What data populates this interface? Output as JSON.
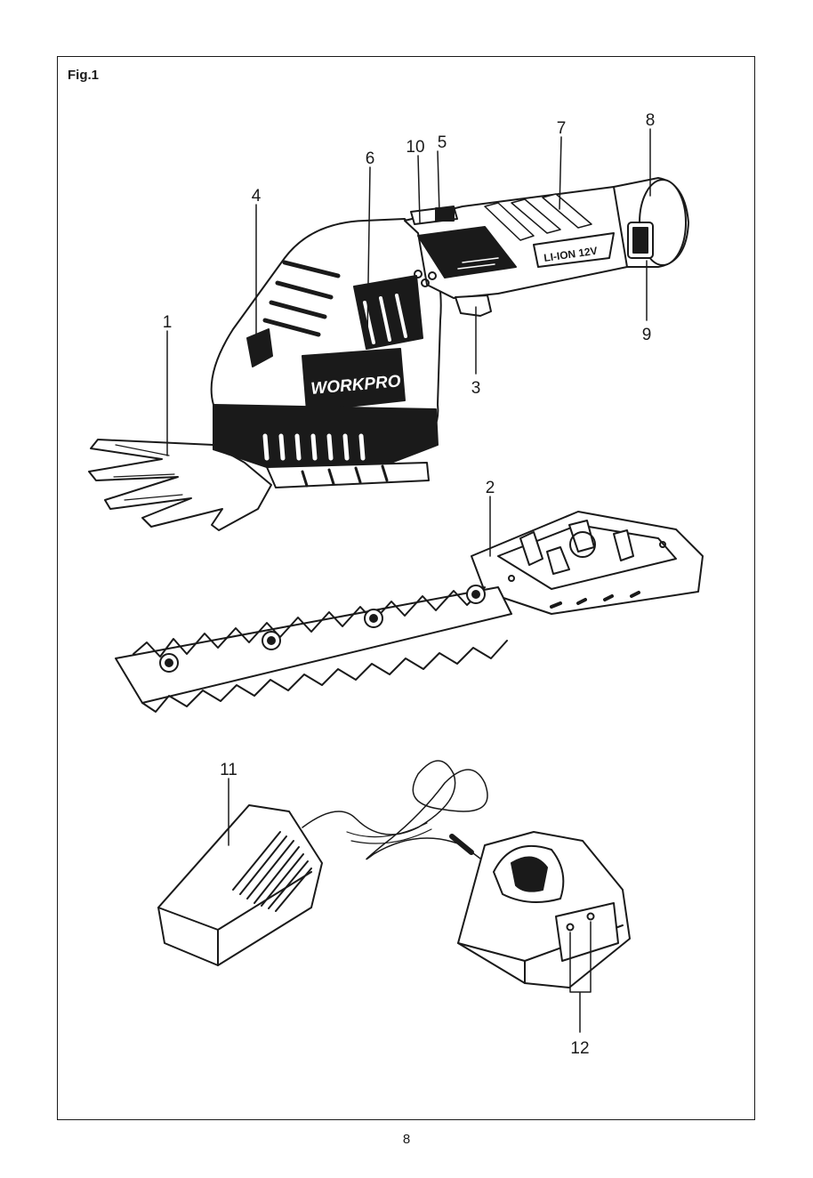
{
  "figure": {
    "label": "Fig.1"
  },
  "page": {
    "number": "8"
  },
  "callouts": {
    "c1": "1",
    "c2": "2",
    "c3": "3",
    "c4": "4",
    "c5": "5",
    "c6": "6",
    "c7": "7",
    "c8": "8",
    "c9": "9",
    "c10": "10",
    "c11": "11",
    "c12": "12"
  },
  "product": {
    "brand": "WORKPRO",
    "battery_label": "LI-ION 12V"
  }
}
